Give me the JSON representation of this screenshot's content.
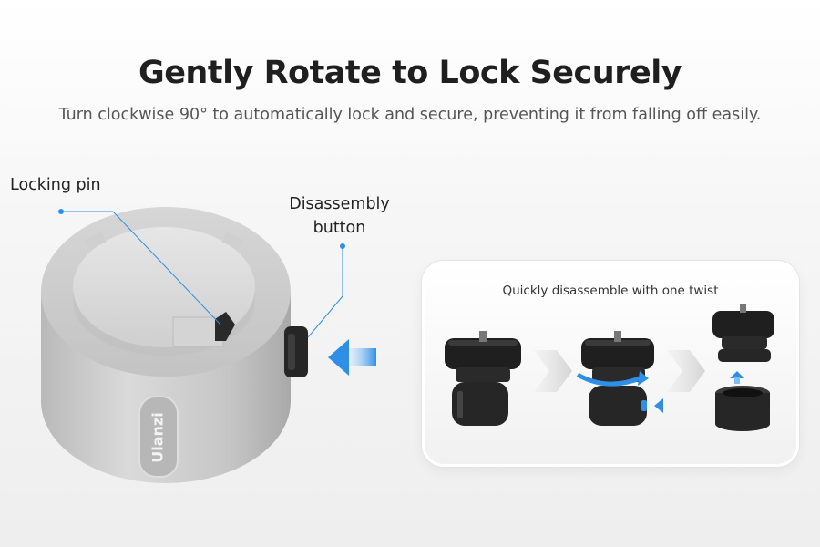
{
  "header": {
    "title": "Gently Rotate to Lock Securely",
    "subtitle": "Turn clockwise 90° to automatically lock and secure, preventing it from falling off easily."
  },
  "callouts": {
    "locking_pin": "Locking pin",
    "disassembly_line1": "Disassembly",
    "disassembly_line2": "button"
  },
  "brand": {
    "name": "Ulanzi"
  },
  "panel": {
    "caption": "Quickly disassemble with one twist"
  },
  "colors": {
    "accent_blue": "#2f8fe6",
    "ring_silver": "#c9c9c9",
    "mount_black": "#1e1e1e"
  }
}
